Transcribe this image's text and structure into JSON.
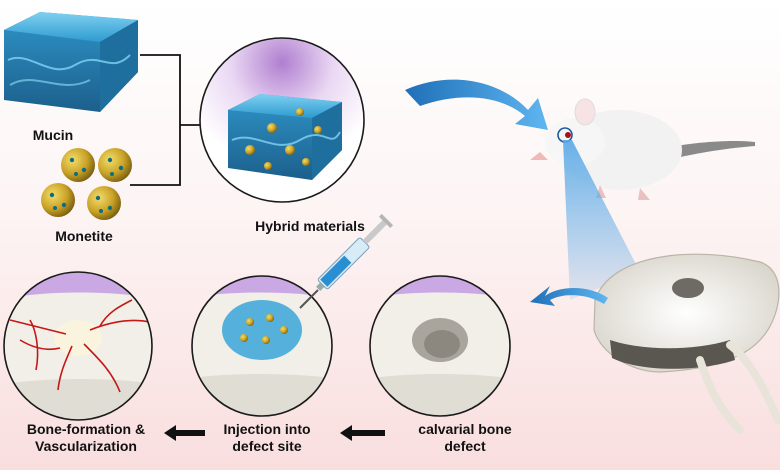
{
  "labels": {
    "mucin": "Mucin",
    "monetite": "Monetite",
    "hybrid": "Hybrid materials",
    "calvarial_line1": "calvarial bone",
    "calvarial_line2": "defect",
    "injection_line1": "Injection into",
    "injection_line2": "defect site",
    "bone_line1": "Bone-formation &",
    "bone_line2": "Vascularization"
  },
  "colors": {
    "hydrogel": "#3aa6d8",
    "particle": "#c9a227",
    "arrow_blue": "#2f86c8",
    "bubble_purple": "#b07fd0",
    "vessel_red": "#c41818",
    "bone": "#f1efe8"
  }
}
